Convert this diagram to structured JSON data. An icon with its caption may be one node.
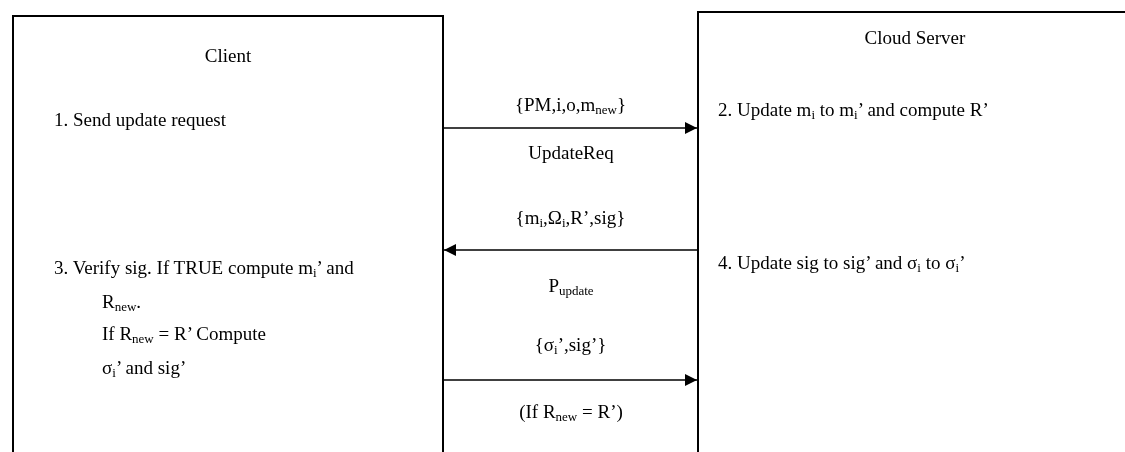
{
  "diagram": {
    "nodes": [
      {
        "text": [
          "Client",
          "1. Send update request",
          "3. Verify sig. If TRUE compute m$_{i}$’ and R$_{new}$.",
          "If R$_{new}$ = R’ Compute σ$_{i}$’ and sig’"
        ]
      },
      {
        "text": [
          "Cloud Server",
          "2. Update m$_{i}$ to m$_{i}$’ and compute R’",
          "4. Update sig to sig’ and σ$_{i}$ to σ$_{i}$’"
        ]
      }
    ],
    "edges": [
      {
        "from": 0,
        "to": 1,
        "arrow": "to",
        "label": "{PM,i,o,m$_{new}$}"
      },
      {
        "from": 1,
        "to": 0,
        "arrow": "to",
        "label": "{m$_{i}$,Ω$_{i}$,R’,sig}"
      },
      {
        "from": 0,
        "to": 1,
        "arrow": "to",
        "label": "{σ$_{i}$’,sig’}"
      }
    ],
    "labels": [
      "UpdateReq",
      "P$_{update}$",
      "(If R$_{new}$ = R’)"
    ]
  }
}
